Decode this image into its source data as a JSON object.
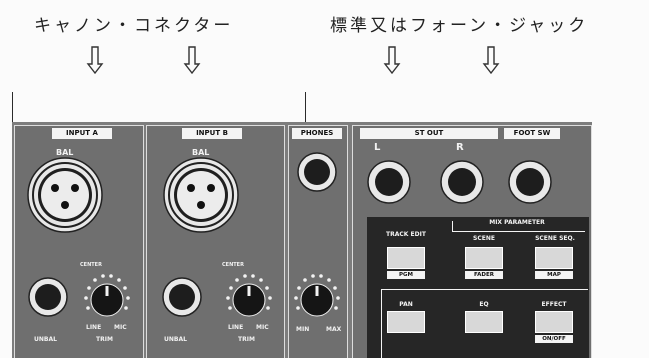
{
  "captions": {
    "left": "キャノン・コネクター",
    "right": "標準又はフォーン・ジャック"
  },
  "panel": {
    "input_a": {
      "label": "INPUT A",
      "bal": "BAL",
      "unbal": "UNBAL",
      "trim": "TRIM",
      "line": "LINE",
      "mic": "MIC",
      "center": "CENTER"
    },
    "input_b": {
      "label": "INPUT B",
      "bal": "BAL",
      "unbal": "UNBAL",
      "trim": "TRIM",
      "line": "LINE",
      "mic": "MIC",
      "center": "CENTER"
    },
    "phones": {
      "label": "PHONES",
      "min": "MIN",
      "max": "MAX"
    },
    "st_out": {
      "label": "ST OUT",
      "l": "L",
      "r": "R"
    },
    "foot_sw": {
      "label": "FOOT SW"
    },
    "mix": {
      "title": "MIX PARAMETER",
      "track_edit": "TRACK EDIT",
      "scene": "SCENE",
      "scene_seq": "SCENE SEQ.",
      "pgm": "PGM",
      "fader": "FADER",
      "map": "MAP",
      "pan": "PAN",
      "eq": "EQ",
      "effect": "EFFECT",
      "on_off": "ON/OFF"
    }
  },
  "colors": {
    "panel": "#7d7d7d",
    "mix_panel": "#262626",
    "label_bg": "#f4f4f4"
  }
}
